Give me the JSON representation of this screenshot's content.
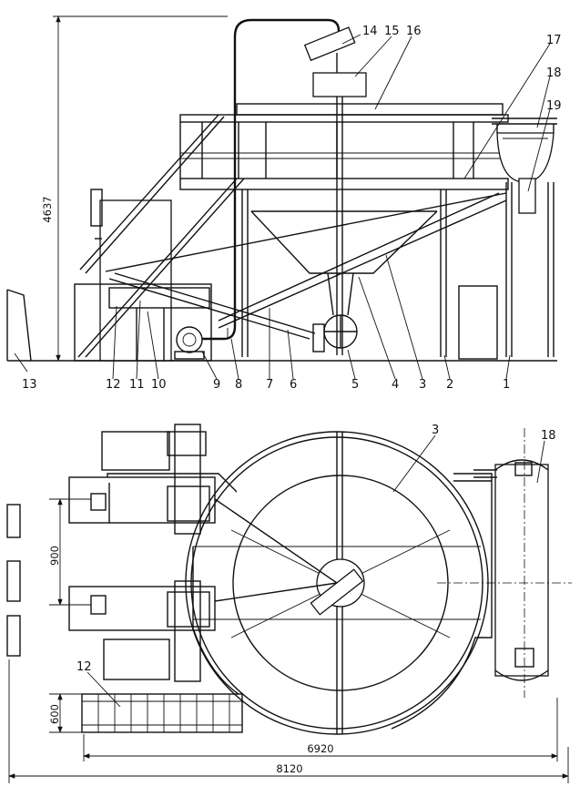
{
  "side_view": {
    "labels": [
      "1",
      "2",
      "3",
      "4",
      "5",
      "6",
      "7",
      "8",
      "9",
      "10",
      "11",
      "12",
      "13",
      "14",
      "15",
      "16",
      "17",
      "18",
      "19"
    ],
    "height_dimension": "4637"
  },
  "plan_view": {
    "labels": [
      "3",
      "18",
      "12"
    ],
    "dimensions": {
      "spacing": "900",
      "conveyor_width": "600",
      "inner_length": "6920",
      "total_length": "8120"
    }
  }
}
